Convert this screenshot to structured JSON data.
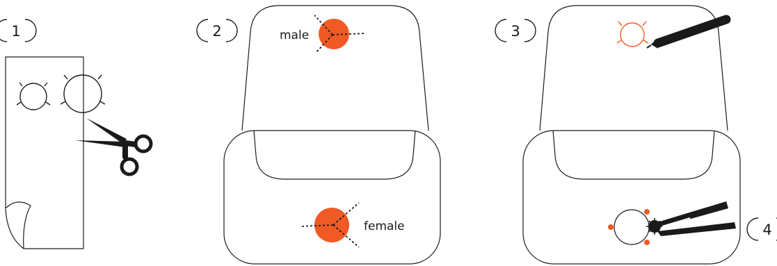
{
  "steps": [
    {
      "number": "1"
    },
    {
      "number": "2"
    },
    {
      "number": "3"
    },
    {
      "number": "4"
    }
  ],
  "labels": {
    "male": "male",
    "female": "female"
  },
  "colors": {
    "accent": "#f05a24",
    "ink": "#1a1a1a",
    "paper": "#ffffff"
  },
  "icons": {
    "scissors": "scissors-icon",
    "marker": "marker-icon",
    "tweezers": "tweezers-icon"
  }
}
